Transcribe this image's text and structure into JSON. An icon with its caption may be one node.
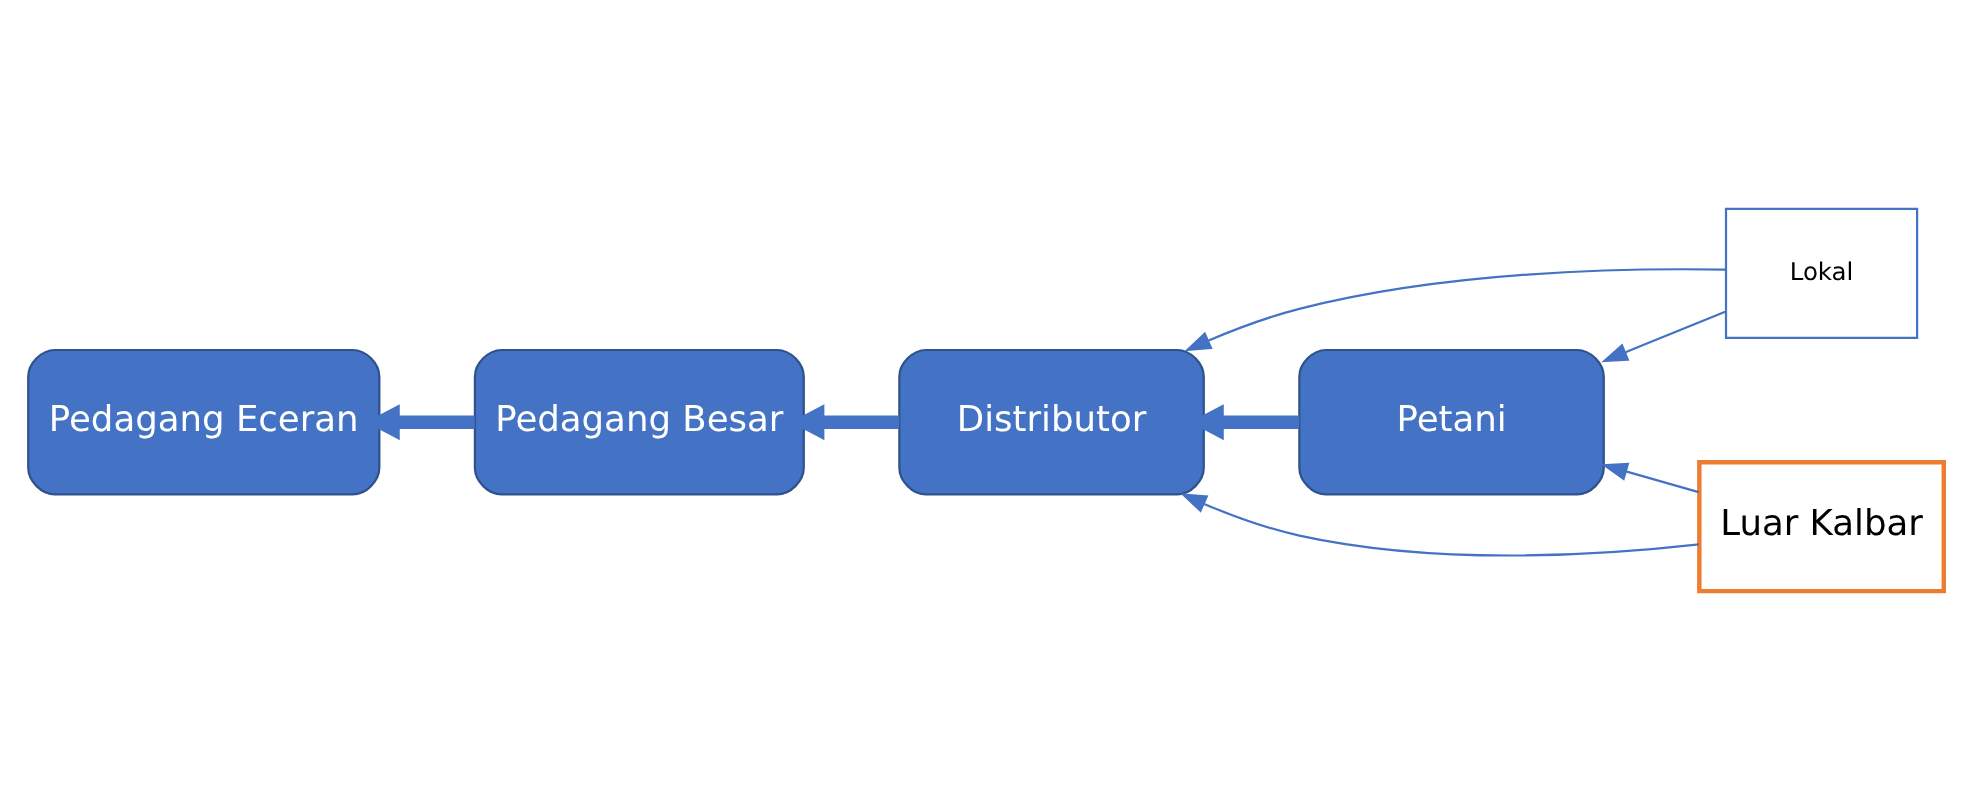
{
  "diagram": {
    "nodes": [
      {
        "text": [
          "Pedagang Eceran"
        ]
      },
      {
        "text": [
          "Pedagang Besar"
        ]
      },
      {
        "text": [
          "Distributor"
        ]
      },
      {
        "text": [
          "Petani"
        ]
      },
      {
        "text": [
          "Lokal"
        ]
      },
      {
        "text": [
          "Luar Kalbar"
        ]
      }
    ],
    "edges": [
      {
        "from": 1,
        "to": 0,
        "arrow": "to",
        "style": "thick"
      },
      {
        "from": 2,
        "to": 1,
        "arrow": "to",
        "style": "thick"
      },
      {
        "from": 3,
        "to": 2,
        "arrow": "to",
        "style": "thick"
      },
      {
        "from": 4,
        "to": 2,
        "arrow": "to"
      },
      {
        "from": 4,
        "to": 3,
        "arrow": "to"
      },
      {
        "from": 5,
        "to": 2,
        "arrow": "to"
      },
      {
        "from": 5,
        "to": 3,
        "arrow": "to"
      }
    ]
  }
}
